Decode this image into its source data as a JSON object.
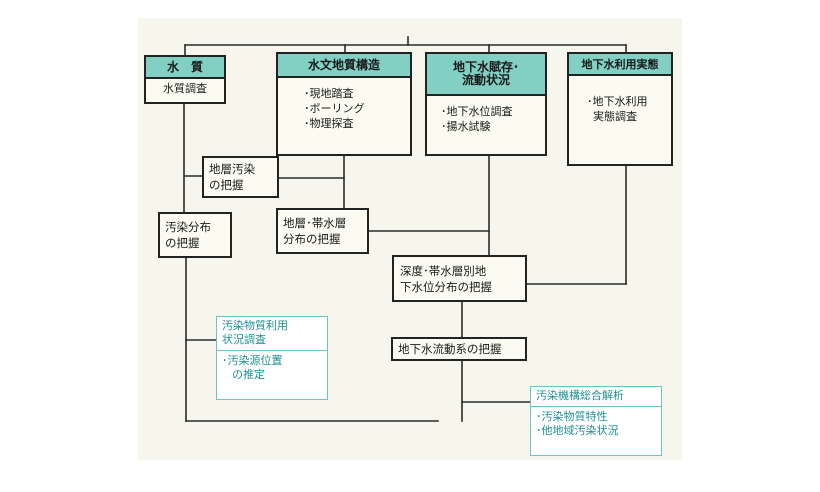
{
  "top_boxes": [
    {
      "title": "水　質",
      "items": [
        "水質調査"
      ]
    },
    {
      "title": "水文地質構造",
      "items": [
        "･現地踏査",
        "･ボーリング",
        "･物理探査"
      ]
    },
    {
      "title_lines": [
        "地下水賦存･",
        "流動状況"
      ],
      "items": [
        "･地下水位調査",
        "･揚水試験"
      ]
    },
    {
      "title": "地下水利用実態",
      "items": [
        "･地下水利用",
        "実態調査"
      ]
    }
  ],
  "middle_boxes": {
    "strata_contamination": [
      "地層汚染",
      "の把握"
    ],
    "contamination_distribution": [
      "汚染分布",
      "の把握"
    ],
    "aquifer_distribution": [
      "地層･帯水層",
      "分布の把握"
    ],
    "groundwater_level": [
      "深度･帯水層別地",
      "下水位分布の把握"
    ],
    "flow_system": [
      "地下水流動系の把握"
    ]
  },
  "usage_box": {
    "head_lines": [
      "汚染物質利用",
      "状況調査"
    ],
    "body_lines": [
      "･汚染源位置",
      "の推定"
    ]
  },
  "analysis_box": {
    "head": "汚染機構総合解析",
    "body_lines": [
      "･汚染物質特性",
      "･他地域汚染状況"
    ]
  },
  "colors": {
    "header_fill": "#82cfc4",
    "box_fill": "#fbfbf1",
    "teal_text": "#1f8f95",
    "teal_border": "#6fc2c2",
    "line": "#2a2a2a"
  }
}
